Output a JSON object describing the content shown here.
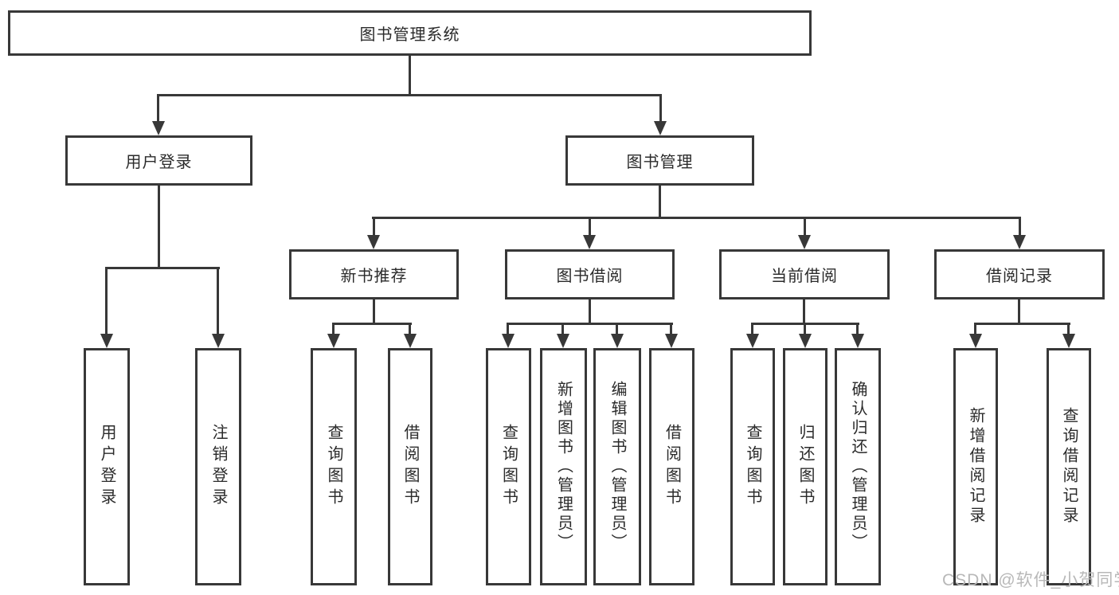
{
  "diagram": {
    "root": {
      "label": "图书管理系统"
    },
    "branches": {
      "user_login": {
        "label": "用户登录",
        "children": {
          "login": {
            "label": "用户登录"
          },
          "logout": {
            "label": "注销登录"
          }
        }
      },
      "book_mgmt": {
        "label": "图书管理",
        "children": {
          "new_book": {
            "label": "新书推荐",
            "children": {
              "query": {
                "label": "查询图书"
              },
              "borrow": {
                "label": "借阅图书"
              }
            }
          },
          "borrowing": {
            "label": "图书借阅",
            "children": {
              "query": {
                "label": "查询图书"
              },
              "add": {
                "label": "新增图书（管理员）"
              },
              "edit": {
                "label": "编辑图书（管理员）"
              },
              "borrow": {
                "label": "借阅图书"
              }
            }
          },
          "current": {
            "label": "当前借阅",
            "children": {
              "query": {
                "label": "查询图书"
              },
              "return": {
                "label": "归还图书"
              },
              "confirm": {
                "label": "确认归还（管理员）"
              }
            }
          },
          "records": {
            "label": "借阅记录",
            "children": {
              "add": {
                "label": "新增借阅记录"
              },
              "query": {
                "label": "查询借阅记录"
              }
            }
          }
        }
      }
    }
  },
  "watermark": {
    "text": "CSDN @软件_小贺同学"
  },
  "colors": {
    "line": "#383838",
    "box_border": "#383838",
    "text": "#2b2b2b",
    "watermark": "#b8b8b8",
    "background": "#ffffff"
  }
}
